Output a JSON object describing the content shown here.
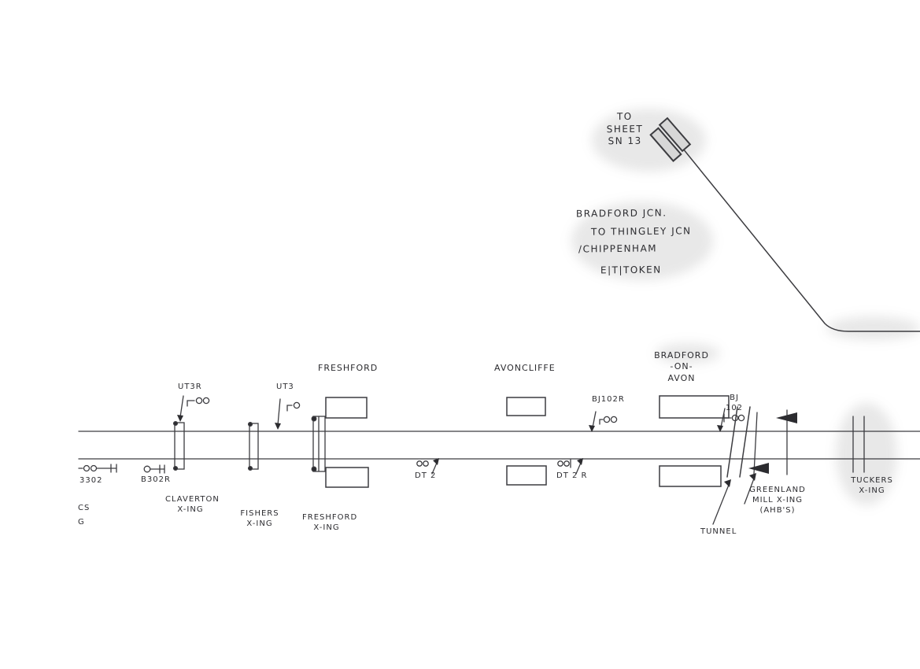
{
  "document": {
    "kind": "hand-drawn railway signalling sketch",
    "ink_color": "#3c3c40",
    "paper_color": "#ffffff"
  },
  "sheet_ref": {
    "text": "TO\nSHEET\nSN 13"
  },
  "route_note": {
    "line1": "BRADFORD JCN.",
    "line2": "TO THINGLEY JCN",
    "line3": "/CHIPPENHAM",
    "line4": "E|T|TOKEN"
  },
  "stations": [
    {
      "name": "FRESHFORD"
    },
    {
      "name": "AVONCLIFFE"
    },
    {
      "name": "BRADFORD\n-ON-\nAVON"
    }
  ],
  "signals": [
    {
      "label": "UT3R"
    },
    {
      "label": "UT3"
    },
    {
      "label": "BJ102R"
    },
    {
      "label": "BJ\n102"
    },
    {
      "label": "DT 2"
    },
    {
      "label": "DT 2 R"
    },
    {
      "label": "3302"
    },
    {
      "label": "B302R"
    }
  ],
  "crossings": [
    {
      "name": "CLAVERTON\nX-ING"
    },
    {
      "name": "FISHERS\nX-ING"
    },
    {
      "name": "FRESHFORD\nX-ING"
    },
    {
      "name": "GREENLAND\nMILL X-ING\n(AHB'S)"
    },
    {
      "name": "TUCKERS\nX-ING"
    }
  ],
  "features": {
    "tunnel": "TUNNEL"
  },
  "edge_fragments": {
    "left_a": "CS",
    "left_b": "G"
  }
}
